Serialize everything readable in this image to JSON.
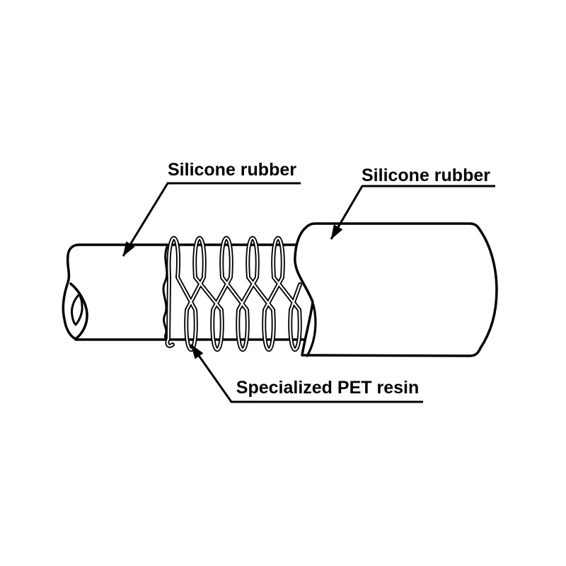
{
  "diagram": {
    "type": "hose-structure",
    "labels": {
      "inner_layer": "Silicone rubber",
      "outer_layer": "Silicone rubber",
      "reinforcement": "Specialized PET resin"
    },
    "colors": {
      "line": "#000000",
      "background": "#ffffff"
    }
  }
}
